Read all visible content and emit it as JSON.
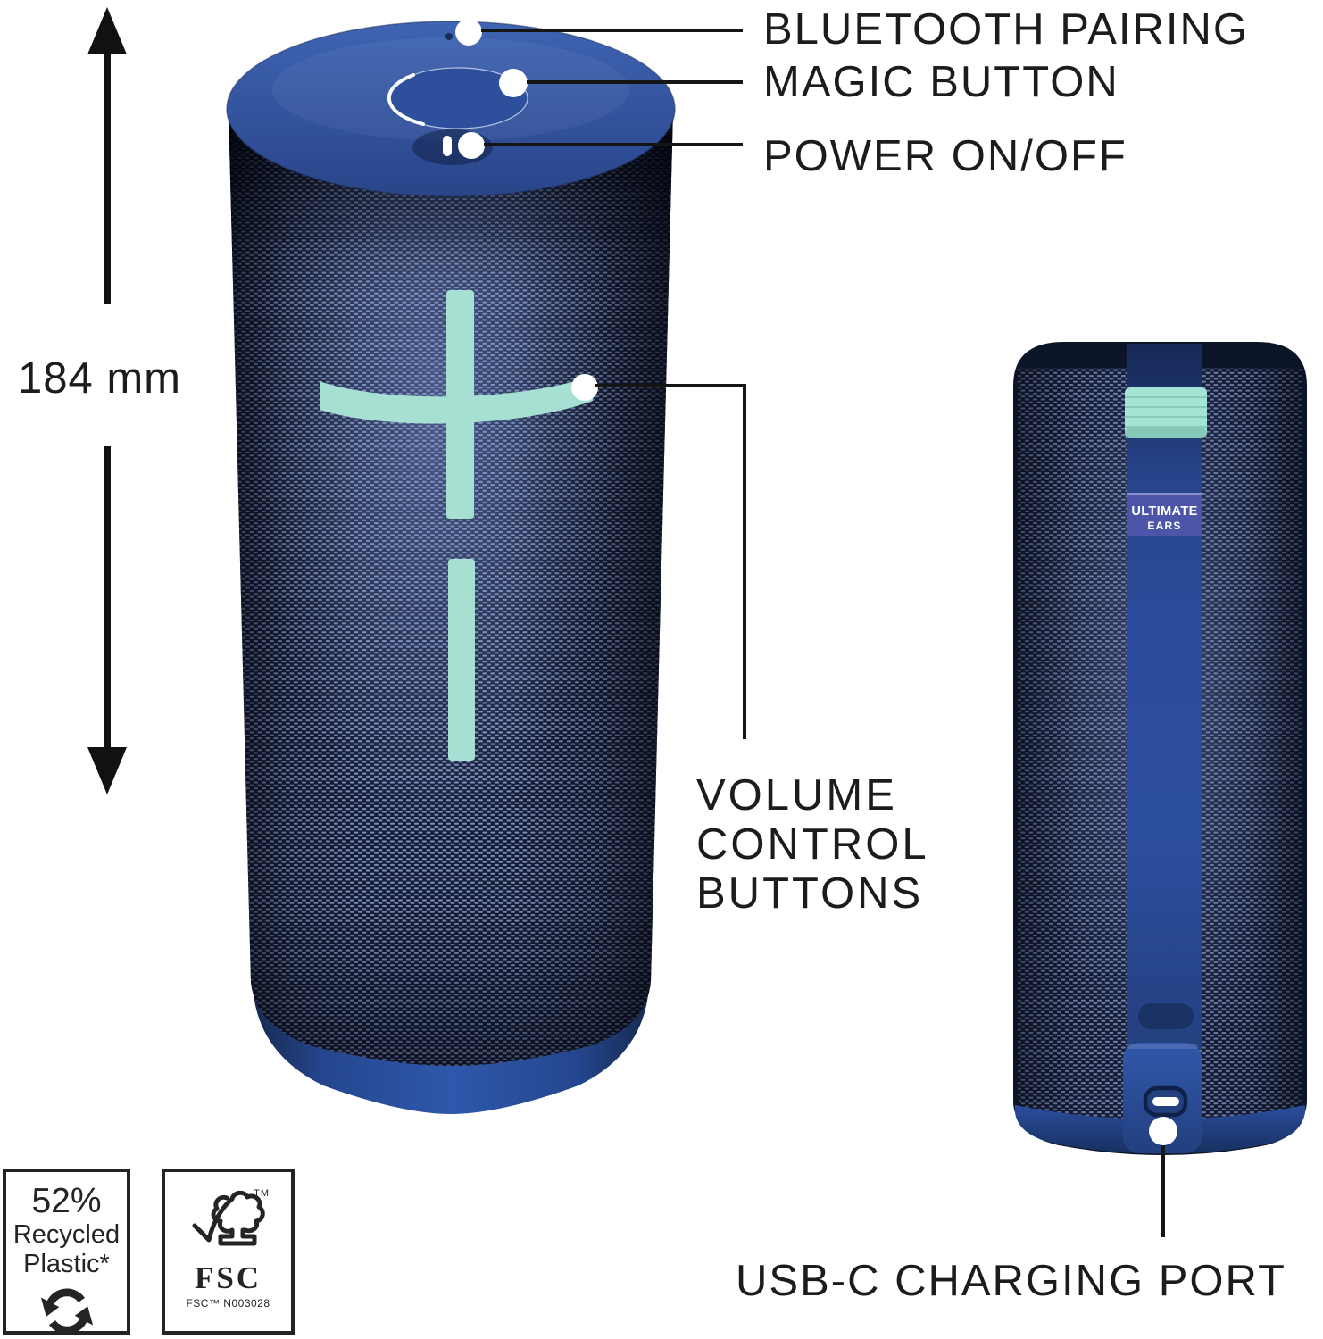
{
  "callouts": {
    "bluetooth_pairing": "BLUETOOTH PAIRING",
    "magic_button": "MAGIC BUTTON",
    "power": "POWER ON/OFF",
    "volume": [
      "VOLUME",
      "CONTROL",
      "BUTTONS"
    ],
    "usb_c": "USB-C CHARGING PORT"
  },
  "dimension": {
    "height_label": "184 mm"
  },
  "device": {
    "brand": [
      "ULTIMATE",
      "EARS"
    ]
  },
  "badges": {
    "recycled_plastic": {
      "percent": "52%",
      "line1": "Recycled",
      "line2": "Plastic*"
    },
    "fsc": {
      "trademark": "TM",
      "acronym": "FSC",
      "license": "FSC™ N003028"
    }
  },
  "colors": {
    "accent_mint": "#a6e0d2",
    "cap_blue": "#3257a6",
    "base_rim_blue": "#2f58ac",
    "strap_blue": "#2b4c9b",
    "badge_purple": "#4d55a8",
    "mesh_navy": "#141d36",
    "mesh_highlight": "#98a8d8",
    "label_text": "#1c1c1c"
  }
}
